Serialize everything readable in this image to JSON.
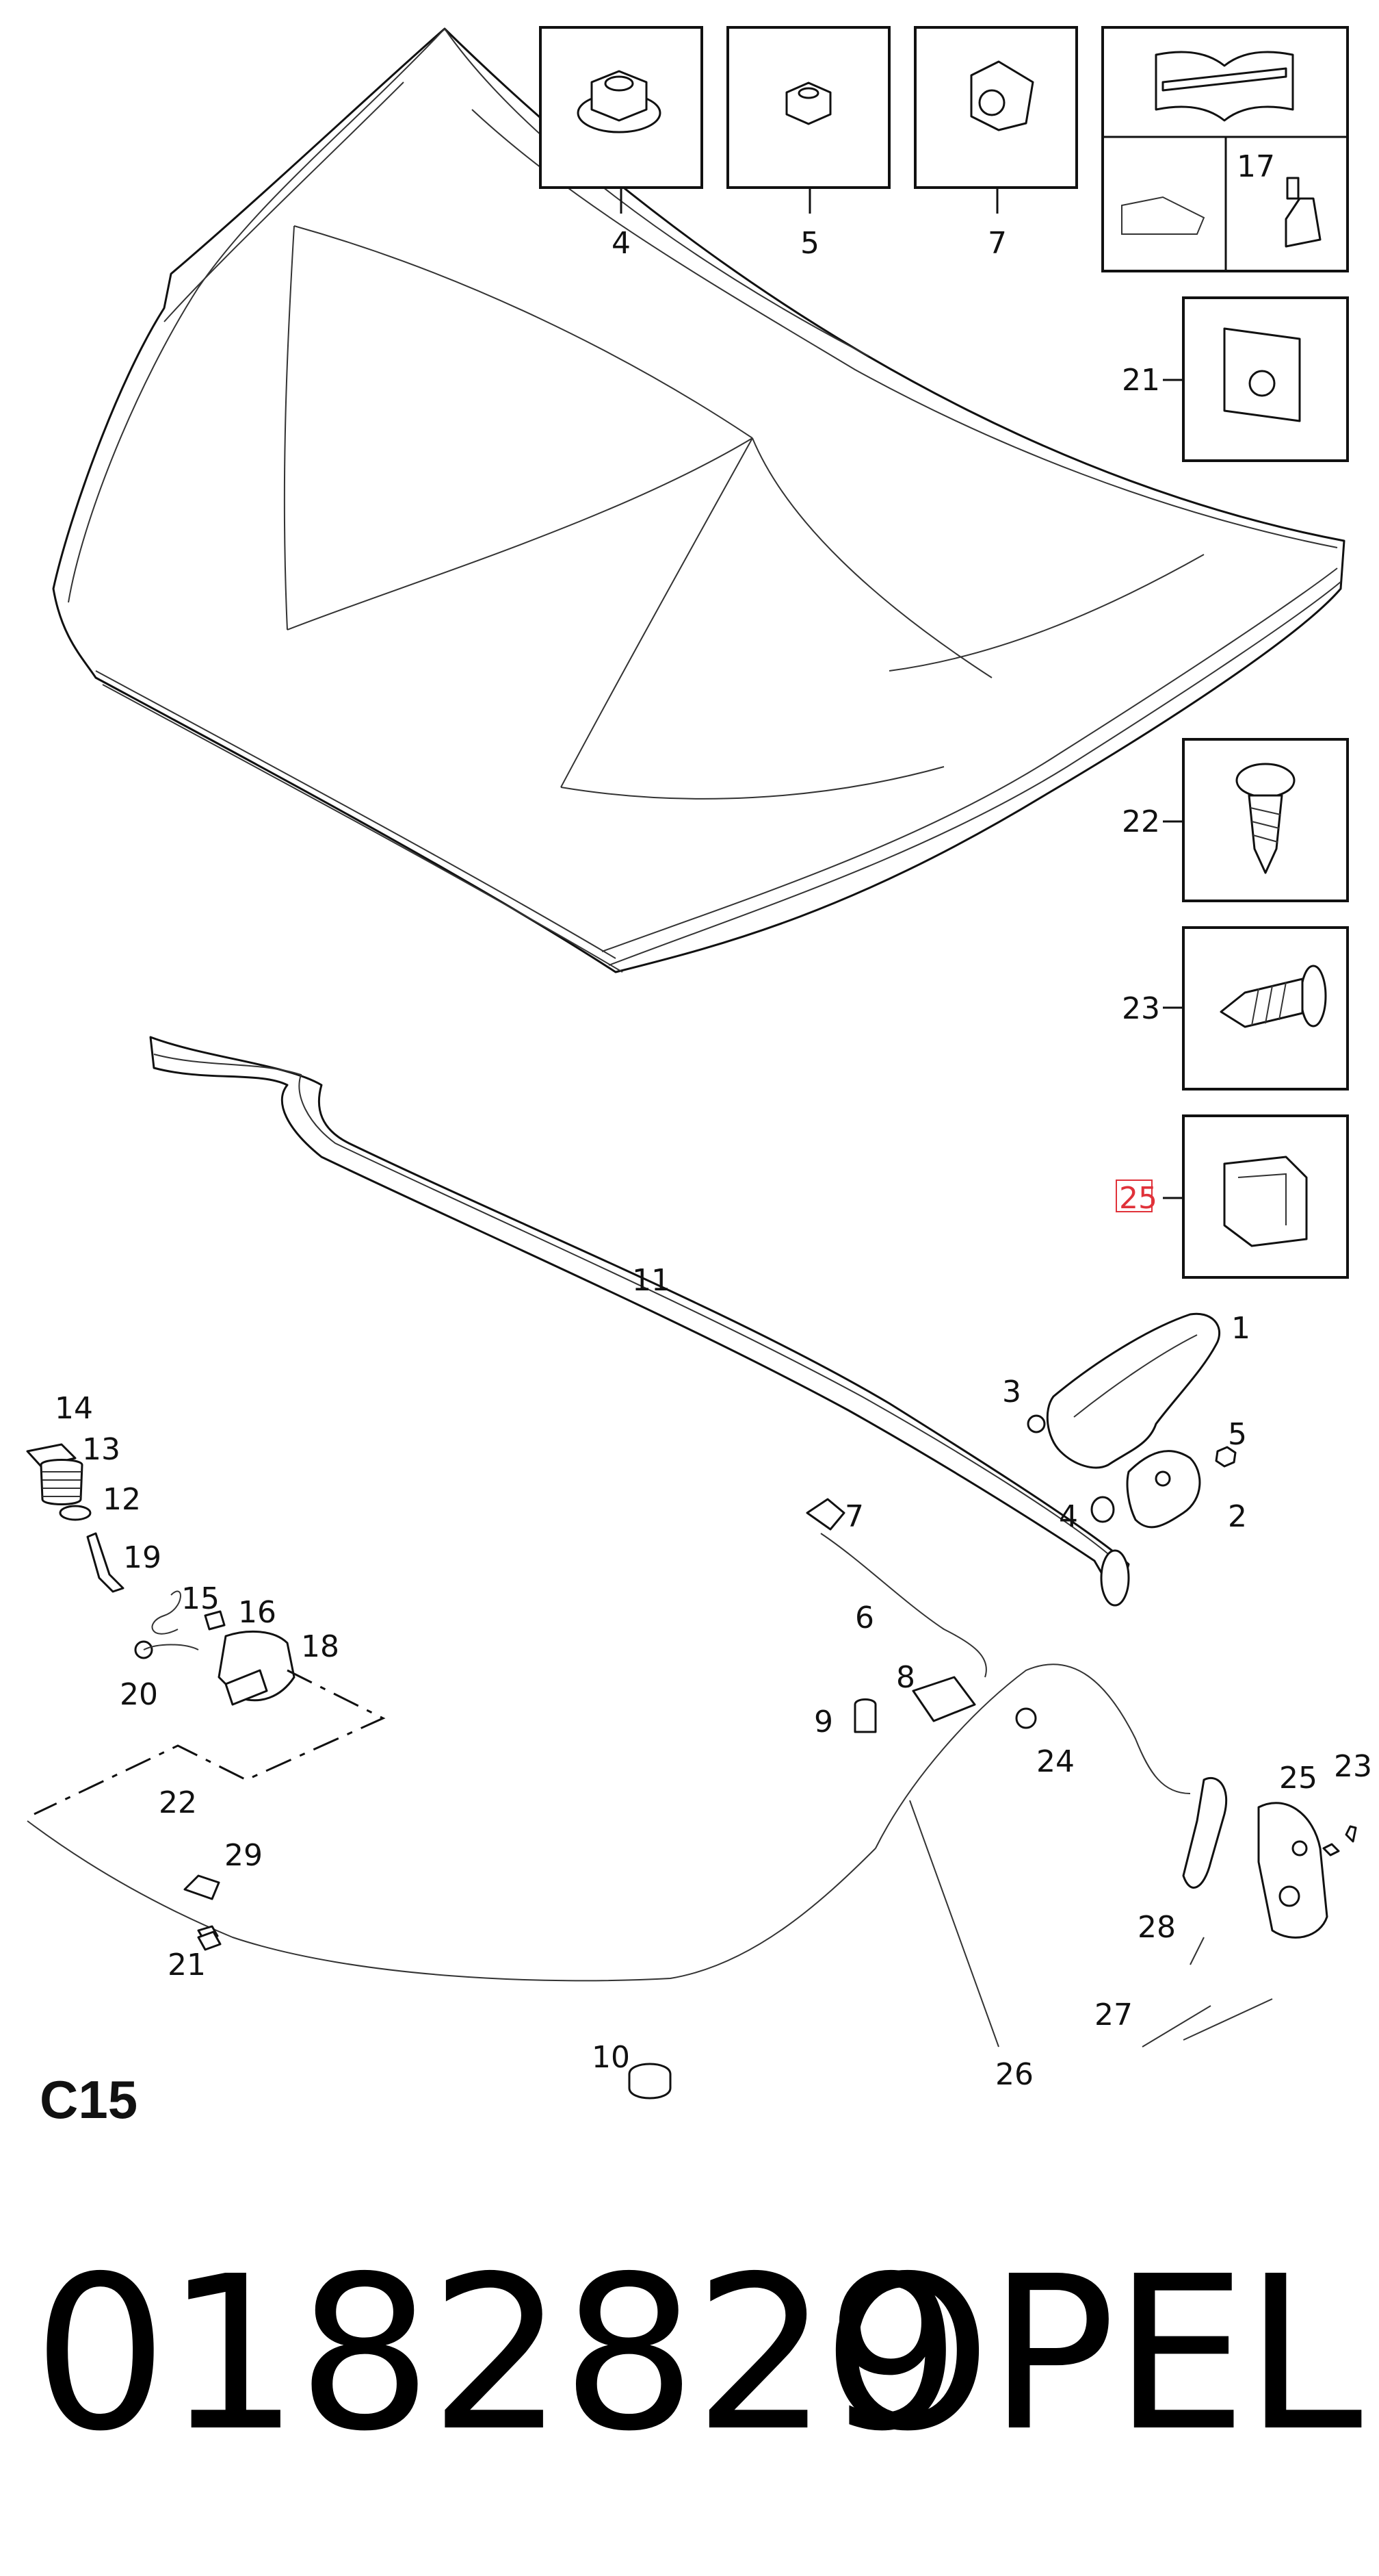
{
  "diagram": {
    "section_code": "C15",
    "part_number": "0182829",
    "brand": "OPEL",
    "callouts": {
      "n1": "1",
      "n2": "2",
      "n3": "3",
      "n4": "4",
      "n5": "5",
      "n6": "6",
      "n7": "7",
      "n8": "8",
      "n9": "9",
      "n10": "10",
      "n11": "11",
      "n12": "12",
      "n13": "13",
      "n14": "14",
      "n15": "15",
      "n16": "16",
      "n17": "17",
      "n18": "18",
      "n19": "19",
      "n20": "20",
      "n21": "21",
      "n22": "22",
      "n23": "23",
      "n24": "24",
      "n25": "25",
      "n26": "26",
      "n27": "27",
      "n28": "28",
      "n29": "29"
    },
    "highlight_color": "#e0323a"
  }
}
